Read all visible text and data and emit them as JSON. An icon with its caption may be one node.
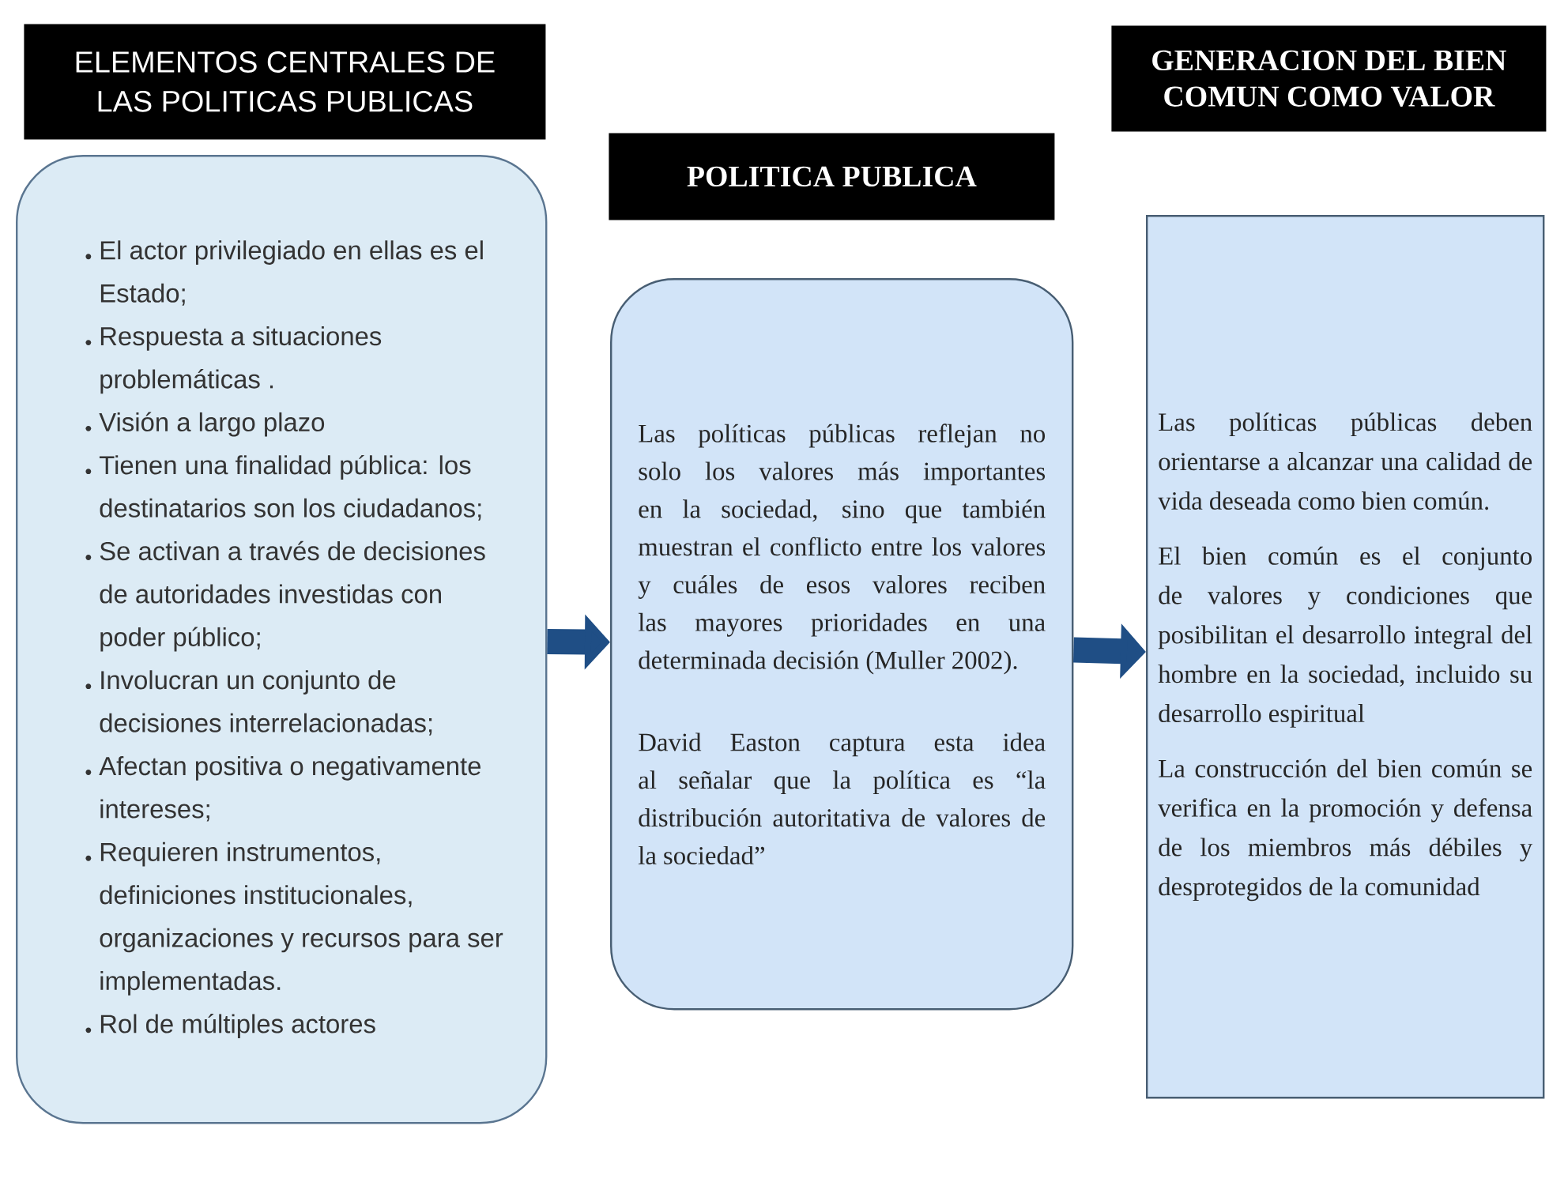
{
  "diagram": {
    "nodes": [
      {
        "text": [
          "ELEMENTOS CENTRALES DE LAS POLITICAS PUBLICAS"
        ]
      },
      {
        "text": [
          "El actor privilegiado en ellas es el Estado;",
          "Respuesta a situaciones problemáticas .",
          "Visión a largo plazo",
          "Tienen una finalidad pública: los destinatarios son los ciudadanos;",
          "Se activan a través de decisiones de autoridades investidas con poder público;",
          "Involucran un conjunto de decisiones interrelacionadas;",
          "Afectan positiva o negativamente intereses;",
          "Requieren instrumentos, definiciones institucionales, organizaciones y recursos para ser implementadas.",
          "Rol de múltiples actores"
        ]
      },
      {
        "text": [
          "POLITICA PUBLICA"
        ]
      },
      {
        "text": [
          "Las políticas públicas reflejan no solo los valores más importantes en la sociedad, sino que también muestran el conflicto entre los valores y cuáles de esos valores reciben las mayores prioridades en una determinada decisión (Muller 2002).",
          "David Easton captura esta idea al señalar que la política es “la distribución autoritativa de valores de la sociedad”"
        ]
      },
      {
        "text": [
          "GENERACION DEL BIEN COMUN COMO VALOR"
        ]
      },
      {
        "text": [
          "Las políticas públicas deben orientarse a alcanzar una calidad de vida deseada como bien común.",
          "El bien común es el conjunto de valores y condiciones que posibilitan el desarrollo integral del hombre en la sociedad, incluido su desarrollo espiritual",
          "La construcción del bien común se verifica en la promoción y defensa de los miembros más débiles y desprotegidos de la comunidad"
        ]
      }
    ],
    "edges": [
      {
        "from": 1,
        "to": 3,
        "arrow": "to"
      },
      {
        "from": 3,
        "to": 5,
        "arrow": "to"
      }
    ]
  }
}
